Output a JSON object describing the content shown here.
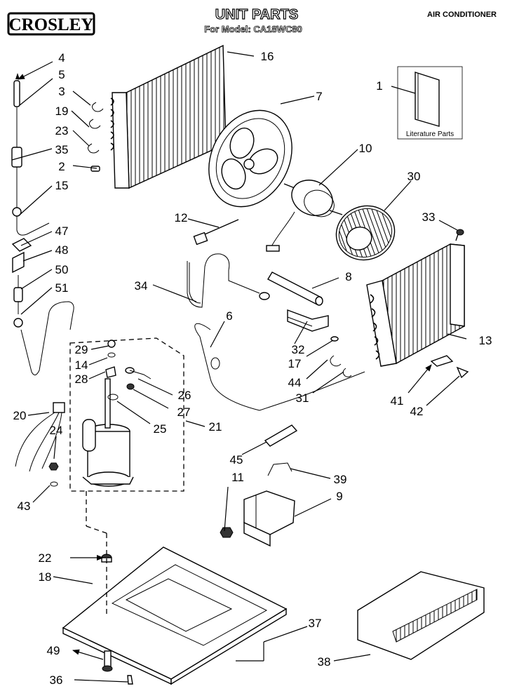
{
  "header": {
    "brand": "CROSLEY",
    "title": "UNIT PARTS",
    "subtitle": "For Model: CA18WC80",
    "category": "AIR CONDITIONER"
  },
  "literature_label": "Literature Parts",
  "callouts": [
    "1",
    "2",
    "3",
    "4",
    "5",
    "6",
    "7",
    "8",
    "9",
    "10",
    "11",
    "12",
    "13",
    "14",
    "15",
    "16",
    "17",
    "19",
    "20",
    "21",
    "22",
    "23",
    "24",
    "25",
    "26",
    "27",
    "28",
    "29",
    "30",
    "31",
    "32",
    "33",
    "34",
    "35",
    "36",
    "37",
    "38",
    "39",
    "41",
    "42",
    "43",
    "44",
    "45",
    "47",
    "48",
    "49",
    "50",
    "51",
    "18"
  ]
}
